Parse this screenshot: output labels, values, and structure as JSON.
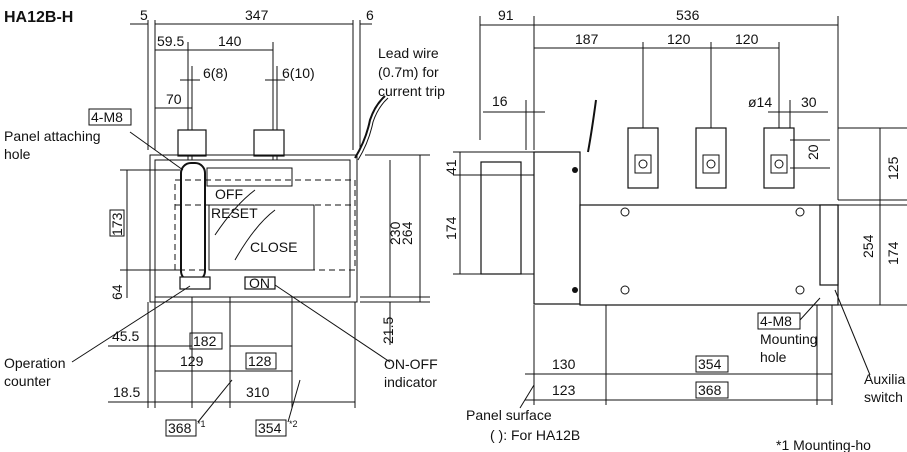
{
  "title": "HA12B-H",
  "left": {
    "dims": {
      "d5": "5",
      "d347": "347",
      "d6": "6",
      "d59_5": "59.5",
      "d140": "140",
      "d6_8": "6(8)",
      "d6_10": "6(10)",
      "d70": "70",
      "d173": "173",
      "d64": "64",
      "d230": "230",
      "d264": "264",
      "d21_5": "21.5",
      "d45_5": "45.5",
      "d182": "182",
      "d129": "129",
      "d128": "128",
      "d18_5": "18.5",
      "d310": "310",
      "d368": "368",
      "d354": "354"
    },
    "labels": {
      "m8": "4-M8",
      "panel1": "Panel attaching",
      "panel2": "hole",
      "lead1": "Lead wire",
      "lead2": "(0.7m) for",
      "lead3": "current trip",
      "off": "OFF",
      "reset": "RESET",
      "close": "CLOSE",
      "on": "ON",
      "op1": "Operation",
      "op2": "counter",
      "onoff1": "ON-OFF",
      "onoff2": "indicator"
    },
    "sup1": "*1",
    "sup2": "*2"
  },
  "right": {
    "dims": {
      "d91": "91",
      "d536": "536",
      "d187": "187",
      "d120a": "120",
      "d120b": "120",
      "d16": "16",
      "d14": "ø14",
      "d30": "30",
      "d41": "41",
      "d174l": "174",
      "d20": "20",
      "d125": "125",
      "d254": "254",
      "d174r": "174",
      "d130": "130",
      "d354": "354",
      "d123": "123",
      "d368": "368"
    },
    "labels": {
      "m8": "4-M8",
      "mount1": "Mounting",
      "mount2": "hole",
      "aux1": "Auxilia",
      "aux2": "switch",
      "panel": "Panel surface",
      "forb": "( ): For HA12B",
      "footnote": "*1 Mounting-ho"
    }
  }
}
